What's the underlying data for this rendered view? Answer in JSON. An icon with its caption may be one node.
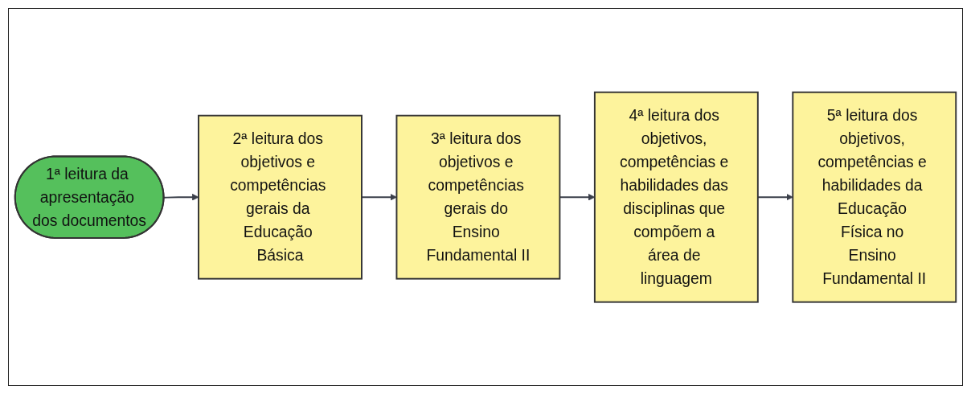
{
  "diagram": {
    "nodes": [
      {
        "text": [
          "1ª leitura da apresentação dos documentos"
        ]
      },
      {
        "text": [
          "2ª leitura dos objetivos e competências gerais da Educação Básica"
        ]
      },
      {
        "text": [
          "3ª leitura dos objetivos e competências gerais do Ensino Fundamental II"
        ]
      },
      {
        "text": [
          "4ª leitura dos objetivos, competências e habilidades das disciplinas que compõem a área de linguagem"
        ]
      },
      {
        "text": [
          "5ª leitura dos objetivos, competências e habilidades da Educação Física no Ensino Fundamental II"
        ]
      }
    ],
    "edges": [
      {
        "from": 0,
        "to": 1,
        "arrow": "to"
      },
      {
        "from": 1,
        "to": 2,
        "arrow": "to"
      },
      {
        "from": 2,
        "to": 3,
        "arrow": "to"
      },
      {
        "from": 3,
        "to": 4,
        "arrow": "to"
      }
    ]
  }
}
